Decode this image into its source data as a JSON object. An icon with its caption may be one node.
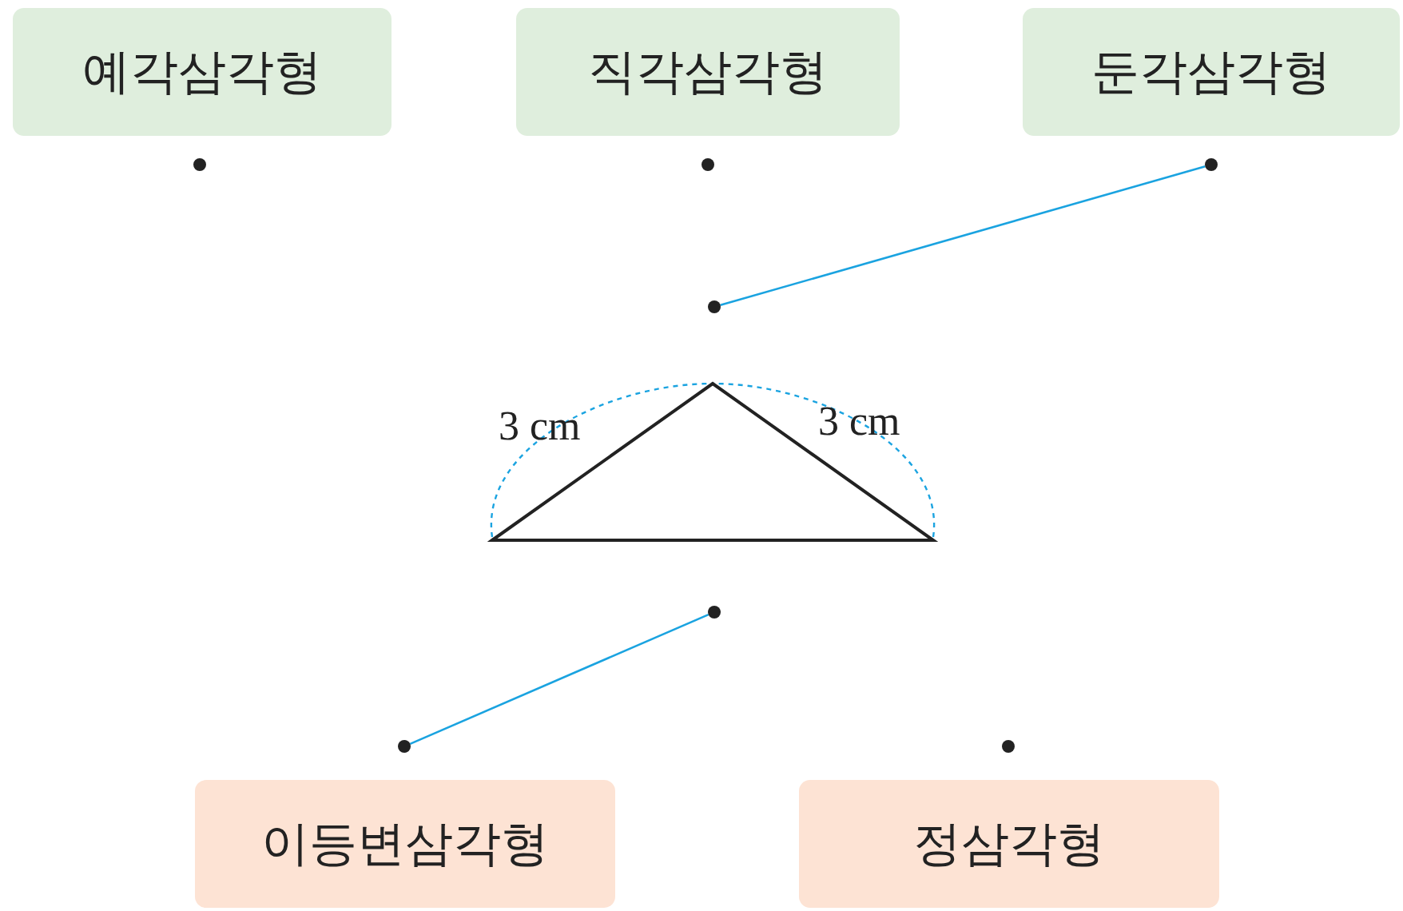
{
  "diagram": {
    "nodes": [
      {
        "text": [
          "예각삼각형"
        ]
      },
      {
        "text": [
          "직각삼각형"
        ]
      },
      {
        "text": [
          "둔각삼각형"
        ]
      },
      {
        "text": [],
        "shape": "circle"
      },
      {
        "text": [],
        "shape": "circle"
      },
      {
        "text": [],
        "shape": "circle"
      },
      {
        "text": [],
        "shape": "circle"
      },
      {
        "text": [],
        "shape": "circle"
      },
      {
        "text": [],
        "shape": "circle"
      },
      {
        "text": [],
        "shape": "circle"
      },
      {
        "text": [
          "이등변삼각형"
        ]
      },
      {
        "text": [
          "정삼각형"
        ]
      }
    ],
    "edges": [
      {
        "from": 6,
        "to": 5,
        "arrow": "none",
        "color": "#1aa3e0"
      },
      {
        "from": 7,
        "to": 8,
        "arrow": "none",
        "color": "#1aa3e0"
      }
    ],
    "labels": [
      "3 cm",
      "3 cm"
    ]
  }
}
